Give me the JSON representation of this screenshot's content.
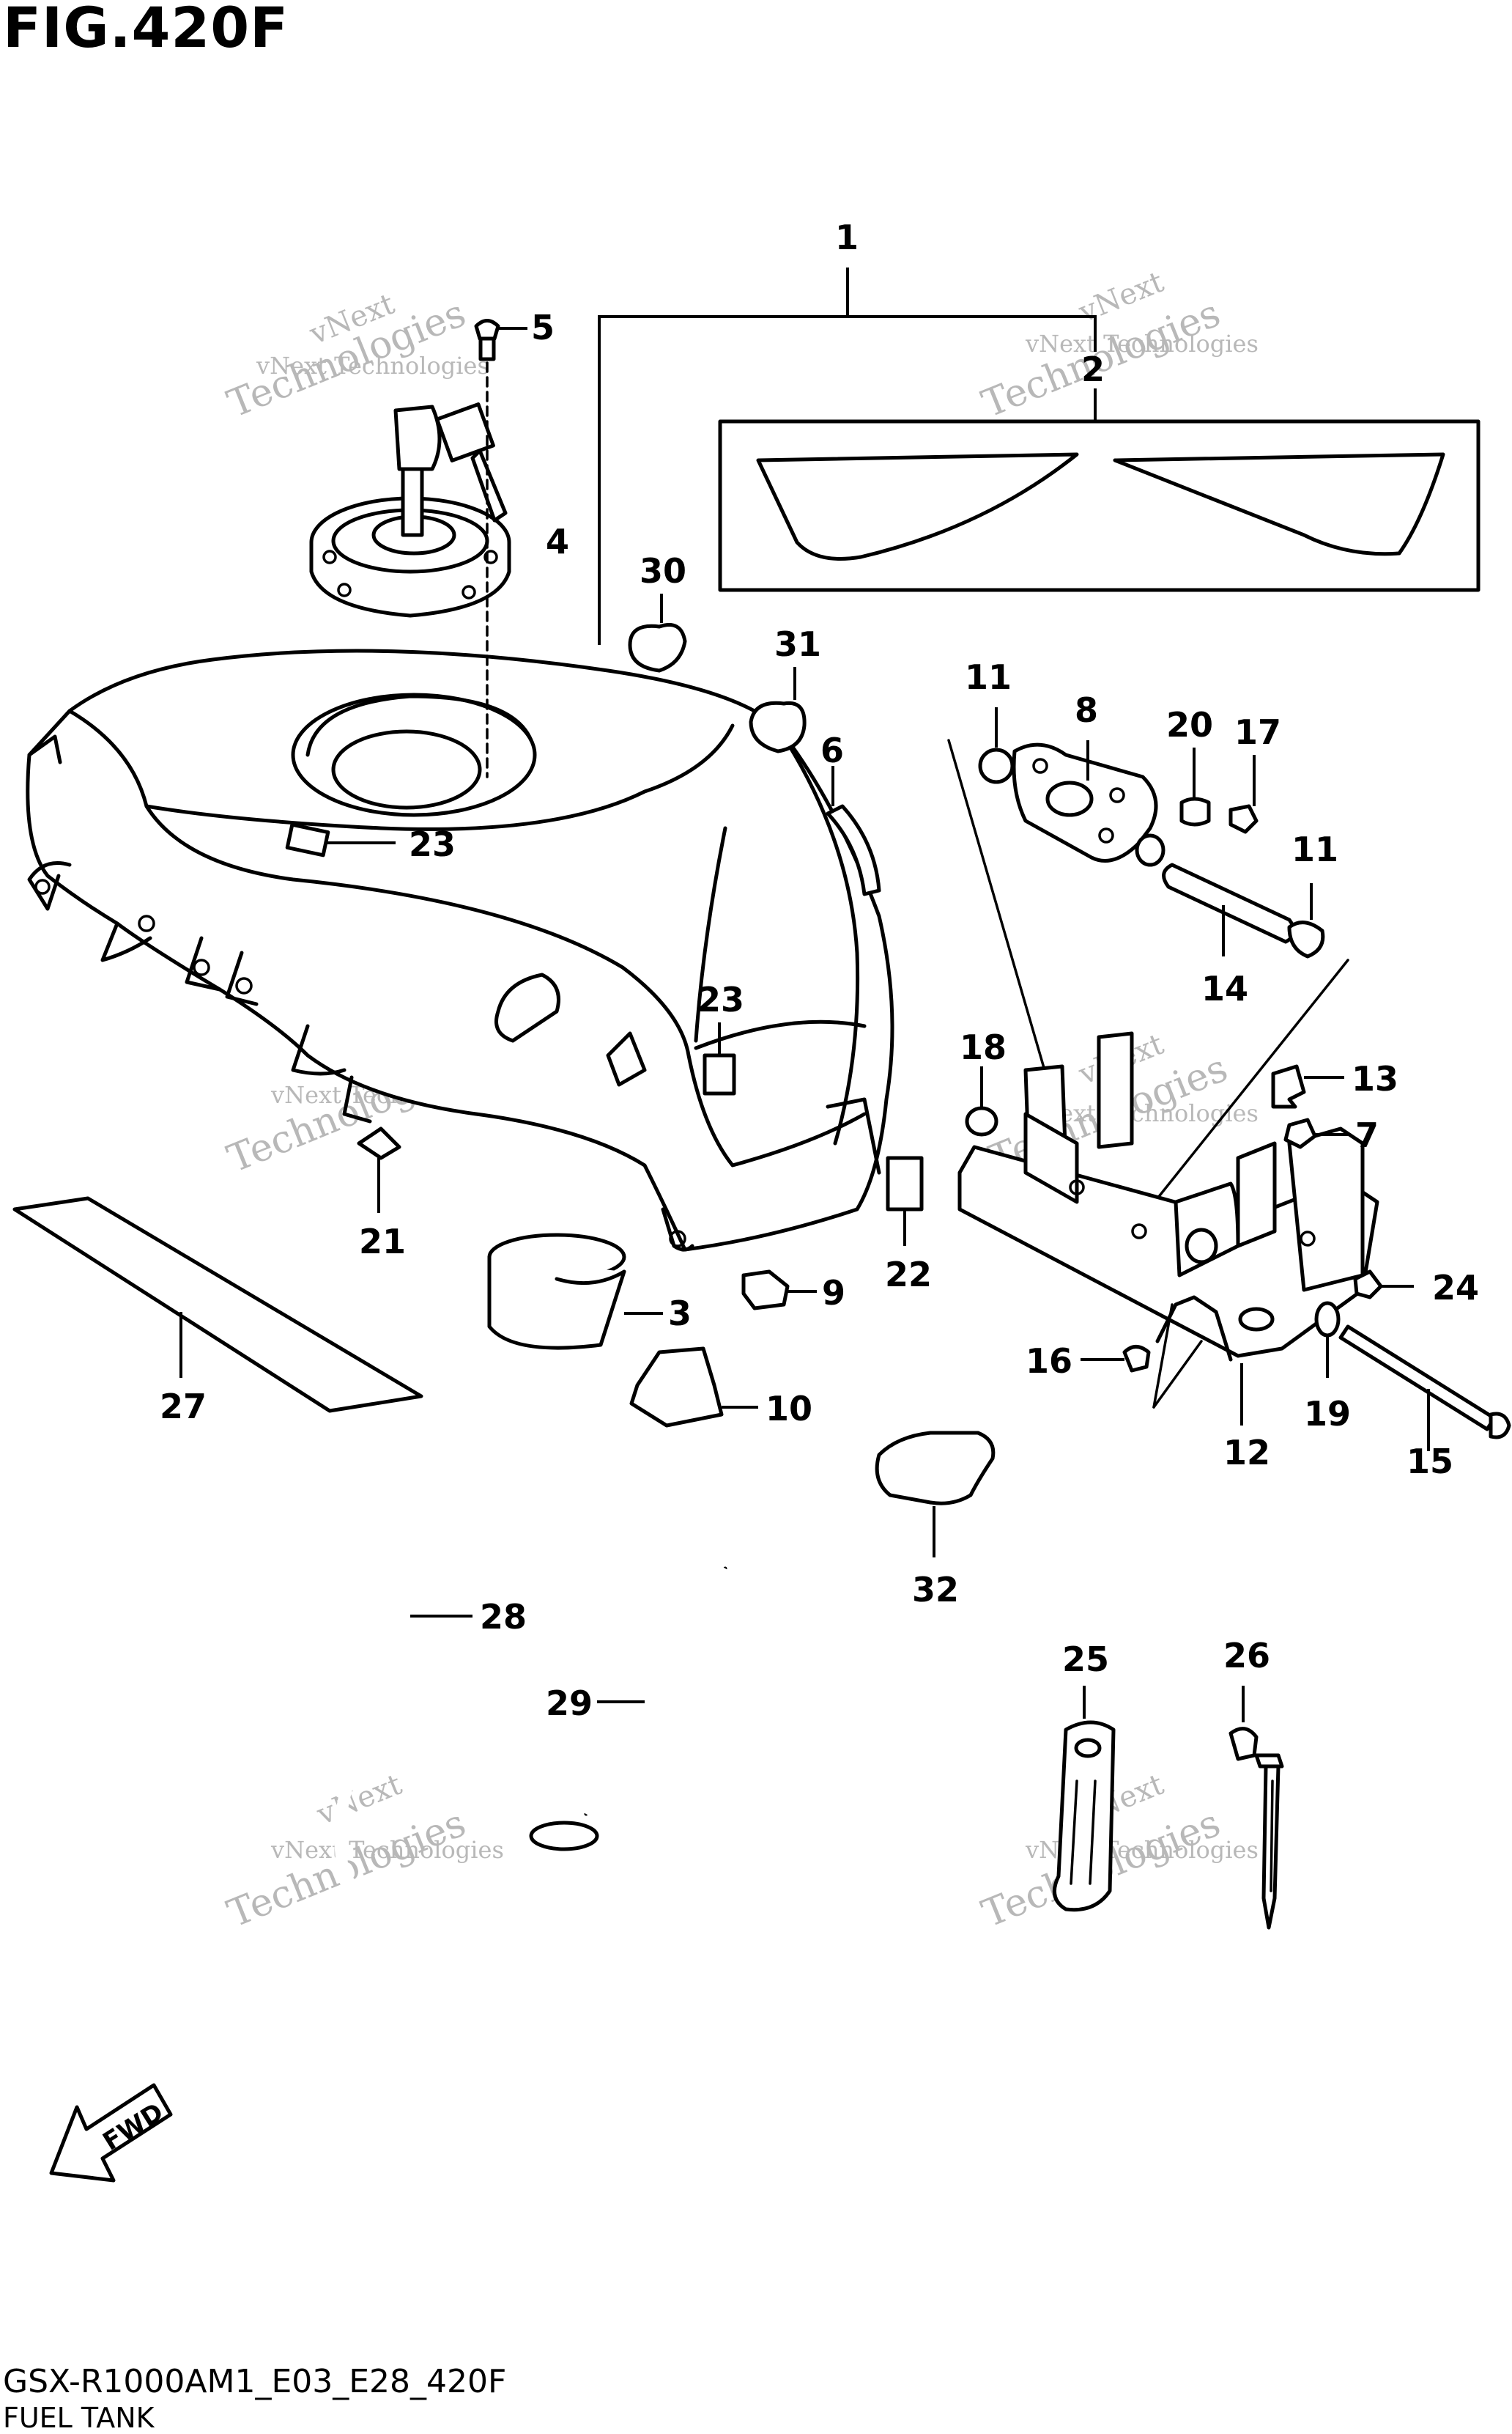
{
  "figure_title": "FIG.420F",
  "footer": {
    "model_code": "GSX-R1000AM1_E03_E28_420F",
    "section_name": "FUEL TANK"
  },
  "watermark": {
    "line1": "vNext Technologies",
    "line2": "vNext",
    "line3": "Technologies"
  },
  "direction_arrow_label": "FWD",
  "callouts": [
    "1",
    "2",
    "3",
    "4",
    "5",
    "6",
    "7",
    "8",
    "9",
    "10",
    "11",
    "11",
    "12",
    "13",
    "14",
    "15",
    "16",
    "17",
    "18",
    "19",
    "20",
    "21",
    "22",
    "23",
    "23",
    "24",
    "25",
    "26",
    "27",
    "28",
    "29",
    "30",
    "31",
    "32"
  ]
}
